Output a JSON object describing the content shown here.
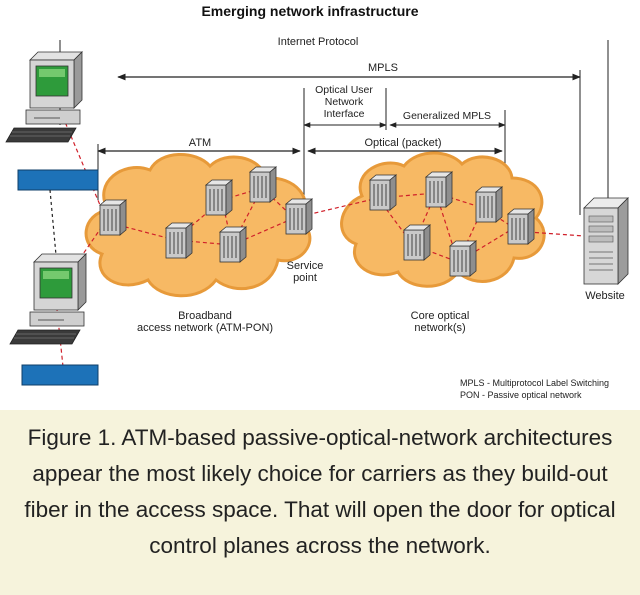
{
  "title": "Emerging network infrastructure",
  "protocol_spans": {
    "internet_protocol": "Internet Protocol",
    "mpls": "MPLS",
    "atm": "ATM",
    "optical_uni": [
      "Optical User",
      "Network",
      "Interface"
    ],
    "generalized_mpls": "Generalized MPLS",
    "optical_packet": "Optical (packet)"
  },
  "labels": {
    "service_point": [
      "Service",
      "point"
    ],
    "website": "Website",
    "broadband_access_network": [
      "Broadband",
      "access network (ATM-PON)"
    ],
    "core_optical_network": [
      "Core optical",
      "network(s)"
    ]
  },
  "legend": [
    "MPLS - Multiprotocol Label Switching",
    "PON - Passive optical network"
  ],
  "caption": "Figure 1. ATM-based passive-optical-network architectures appear the most likely choice for carriers as they build-out fiber in the access space. That will open the door for optical control planes across the network.",
  "colors": {
    "cloud_fill": "#f7b964",
    "cloud_edge": "#e79a3a",
    "link_dashed": "#d0202a",
    "splitter_box": "#1d72b8",
    "caption_background": "#f6f3dc"
  },
  "icons": {
    "computer": "desktop-computer-icon",
    "switch": "network-switch-icon",
    "splitter": "optical-splitter-icon",
    "server": "server-tower-icon"
  }
}
